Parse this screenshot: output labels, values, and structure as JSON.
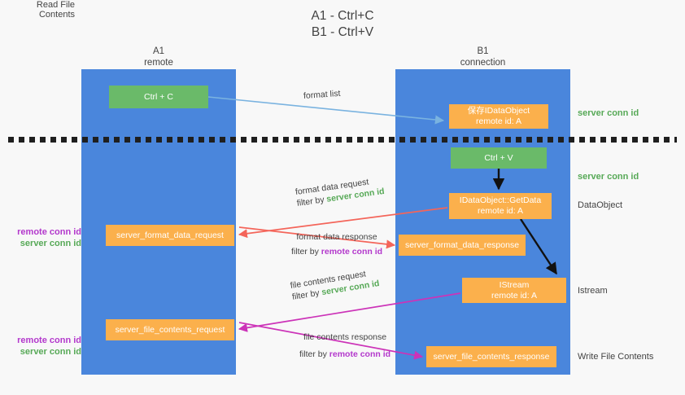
{
  "title": {
    "line1": "A1 - Ctrl+C",
    "line2": "B1 - Ctrl+V"
  },
  "lanes": [
    {
      "name": "A1",
      "sub": "remote"
    },
    {
      "name": "B1",
      "sub": "connection"
    }
  ],
  "boxes": {
    "ctrl_c": {
      "line1": "Ctrl + C",
      "color": "#6aba69"
    },
    "idataobject": {
      "line1": "保存IDataObject",
      "line2": "remote id: A",
      "color": "#fbb04c"
    },
    "ctrl_v": {
      "line1": "Ctrl + V",
      "color": "#6aba69"
    },
    "getdata": {
      "line1": "IDataObject::GetData",
      "line2": "remote id: A",
      "color": "#fbb04c"
    },
    "format_data_request": {
      "line1": "server_format_data_request",
      "color": "#fbb04c"
    },
    "format_data_response": {
      "line1": "server_format_data_response",
      "color": "#fbb04c"
    },
    "istream": {
      "line1": "IStream",
      "line2": "remote id: A",
      "color": "#fbb04c"
    },
    "file_contents_request": {
      "line1": "server_file_contents_request",
      "color": "#fbb04c"
    },
    "file_contents_response": {
      "line1": "server_file_contents_response",
      "color": "#fbb04c"
    }
  },
  "side_labels": {
    "server_conn_id_top": "server conn id",
    "server_conn_id_mid": "server conn id",
    "dataobject": "DataObject",
    "istream": "Istream",
    "write_file_contents": "Write File Contents",
    "read_file_contents": "Read File Contents",
    "remote_conn_id": "remote conn id",
    "server_conn_id": "server conn id"
  },
  "edge_labels": {
    "format_list": "format list",
    "format_data_request": "format data request",
    "format_data_request_filter_prefix": "filter by ",
    "format_data_request_filter_key": "server conn id",
    "format_data_response": "format data response",
    "format_data_response_filter_prefix": "filter by ",
    "format_data_response_filter_key": "remote conn id",
    "file_contents_request": "file contents request",
    "file_contents_request_filter_prefix": "filter by ",
    "file_contents_request_filter_key": "server conn id",
    "file_contents_response": "file contents response",
    "file_contents_response_filter_prefix": "filter by ",
    "file_contents_response_filter_key": "remote conn id"
  },
  "colors": {
    "lane": "#4a86dc",
    "green_box": "#6aba69",
    "orange_box": "#fbb04c",
    "green_text": "#57a957",
    "purple_text": "#b338cc",
    "red_arrow": "#f4655a",
    "magenta_arrow": "#cc33b8",
    "blue_arrow": "#7ab3e0",
    "black_arrow": "#000000",
    "background": "#f8f8f8",
    "divider": "#1f1f1f"
  }
}
